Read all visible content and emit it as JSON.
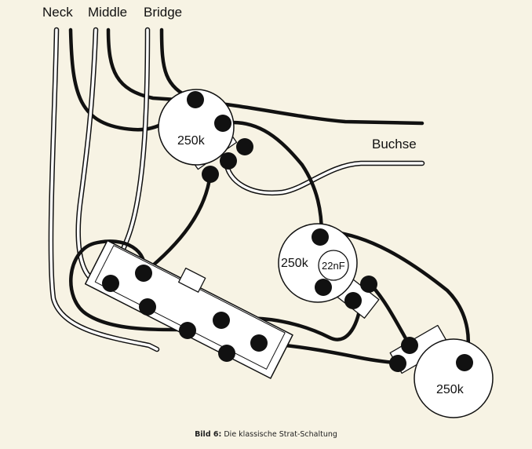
{
  "labels": {
    "neck": "Neck",
    "middle": "Middle",
    "bridge": "Bridge",
    "output_jack": "Buchse"
  },
  "pots": {
    "volume": "250k",
    "tone1": "250k",
    "tone2": "250k"
  },
  "capacitor": "22nF",
  "caption": {
    "prefix": "Bild 6:",
    "text": " Die klassische Strat-Schaltung"
  },
  "colors": {
    "background": "#f7f3e4",
    "ink": "#111111",
    "component_fill": "#ffffff"
  }
}
